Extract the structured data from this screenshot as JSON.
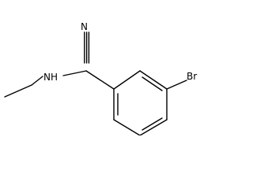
{
  "molecule": {
    "atoms": {
      "nitrile_n": "N",
      "amine": "NH",
      "bromine": "Br"
    }
  },
  "colors": {
    "bond": "#000000",
    "label": "#000000",
    "background": "#ffffff"
  }
}
